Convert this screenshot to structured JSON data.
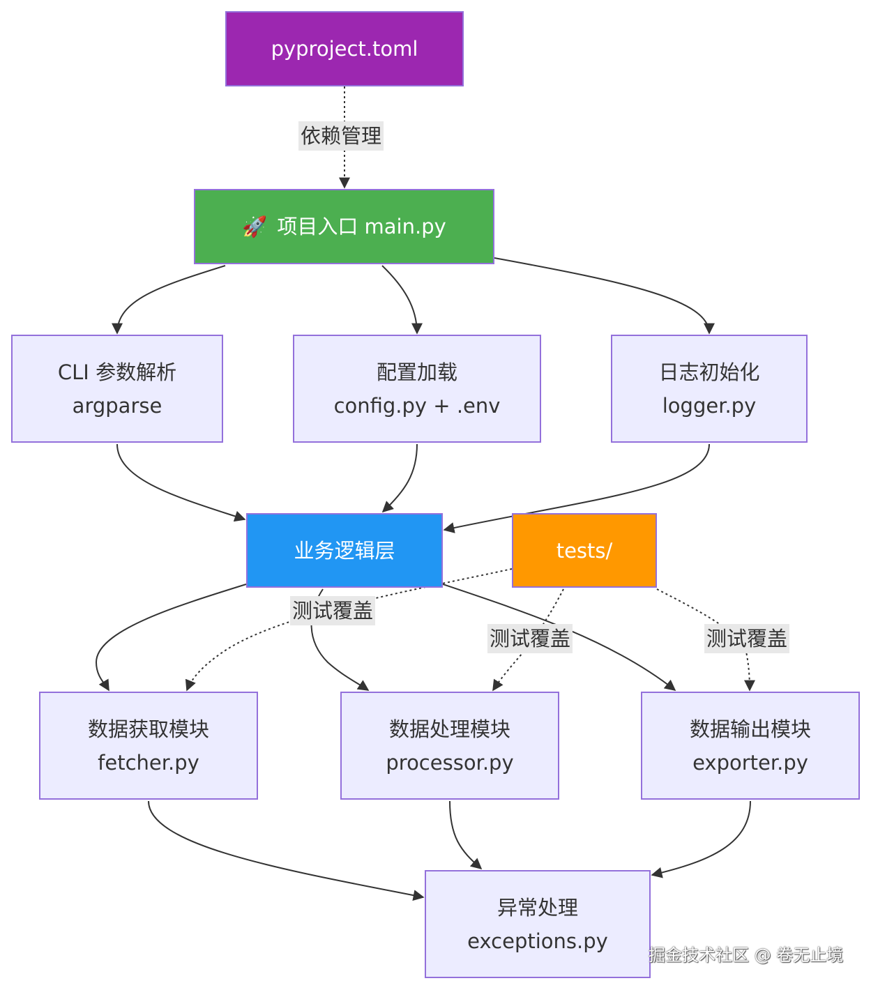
{
  "diagram": {
    "nodes": {
      "pyproject": {
        "line1": "pyproject.toml",
        "fill": "#9c27b0",
        "text_color": "#ffffff"
      },
      "main": {
        "icon_name": "rocket-icon",
        "icon": "🚀",
        "line1": "项目入口 main.py",
        "fill": "#4caf50",
        "text_color": "#ffffff"
      },
      "cli": {
        "line1": "CLI 参数解析",
        "line2": "argparse"
      },
      "config": {
        "line1": "配置加载",
        "line2": "config.py + .env"
      },
      "logger": {
        "line1": "日志初始化",
        "line2": "logger.py"
      },
      "logic": {
        "line1": "业务逻辑层",
        "fill": "#2196f3",
        "text_color": "#ffffff"
      },
      "tests": {
        "line1": "tests/",
        "fill": "#ff9800",
        "text_color": "#ffffff"
      },
      "fetcher": {
        "line1": "数据获取模块",
        "line2": "fetcher.py"
      },
      "processor": {
        "line1": "数据处理模块",
        "line2": "processor.py"
      },
      "exporter": {
        "line1": "数据输出模块",
        "line2": "exporter.py"
      },
      "exceptions": {
        "line1": "异常处理",
        "line2": "exceptions.py"
      }
    },
    "edge_labels": {
      "dependency": "依赖管理",
      "coverage_fetcher": "测试覆盖",
      "coverage_processor": "测试覆盖",
      "coverage_exporter": "测试覆盖"
    },
    "edges": [
      {
        "from": "pyproject",
        "to": "main",
        "style": "dotted",
        "label": "dependency"
      },
      {
        "from": "main",
        "to": "cli",
        "style": "solid"
      },
      {
        "from": "main",
        "to": "config",
        "style": "solid"
      },
      {
        "from": "main",
        "to": "logger",
        "style": "solid"
      },
      {
        "from": "cli",
        "to": "logic",
        "style": "solid"
      },
      {
        "from": "config",
        "to": "logic",
        "style": "solid"
      },
      {
        "from": "logger",
        "to": "logic",
        "style": "solid"
      },
      {
        "from": "logic",
        "to": "fetcher",
        "style": "solid"
      },
      {
        "from": "logic",
        "to": "processor",
        "style": "solid"
      },
      {
        "from": "logic",
        "to": "exporter",
        "style": "solid"
      },
      {
        "from": "tests",
        "to": "fetcher",
        "style": "dotted",
        "label": "coverage_fetcher"
      },
      {
        "from": "tests",
        "to": "processor",
        "style": "dotted",
        "label": "coverage_processor"
      },
      {
        "from": "tests",
        "to": "exporter",
        "style": "dotted",
        "label": "coverage_exporter"
      },
      {
        "from": "fetcher",
        "to": "exceptions",
        "style": "solid"
      },
      {
        "from": "processor",
        "to": "exceptions",
        "style": "solid"
      },
      {
        "from": "exporter",
        "to": "exceptions",
        "style": "solid"
      }
    ],
    "colors": {
      "default_fill": "#ececff",
      "default_border": "#9370db",
      "edge": "#333333",
      "label_bg": "#e8e8e8"
    }
  },
  "watermark": "掘金技术社区 @ 卷无止境"
}
